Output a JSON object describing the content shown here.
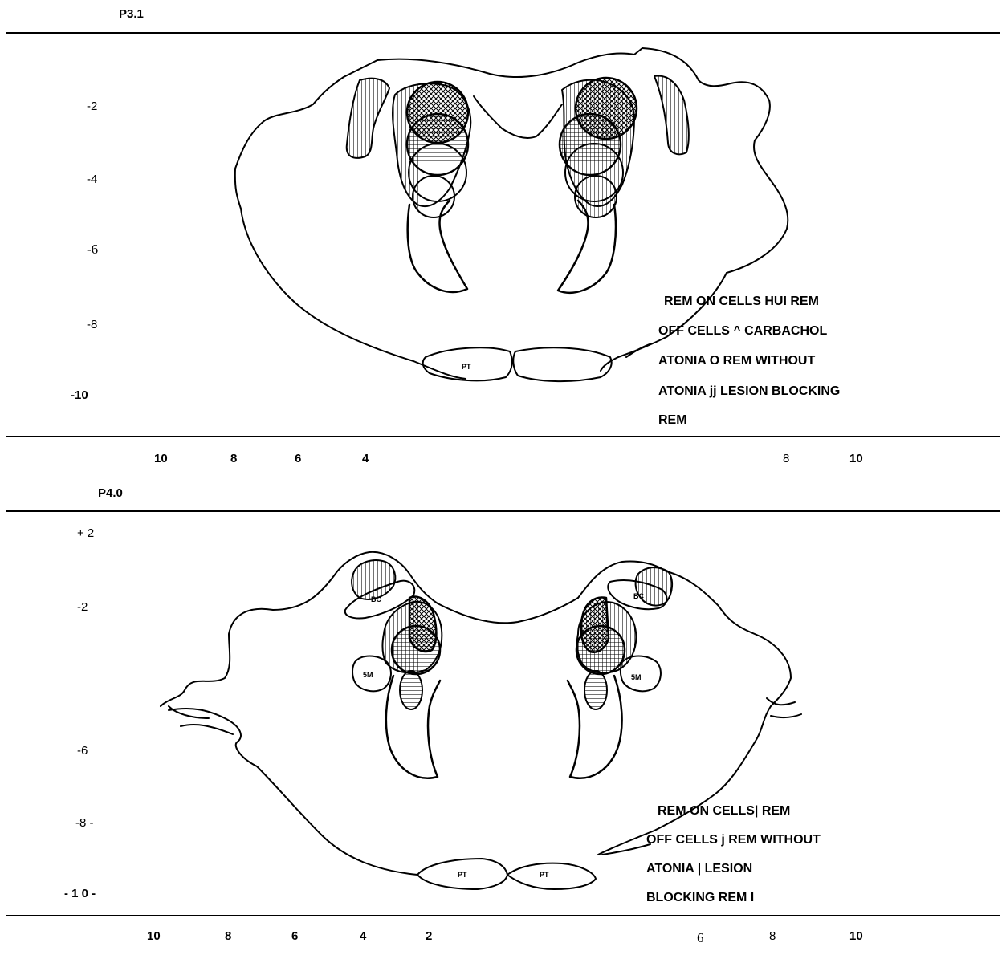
{
  "panels": [
    {
      "title": "P3.1",
      "y_axis": [
        "-2",
        "-4",
        "-6",
        "-8",
        "-10"
      ],
      "x_axis_left": [
        "10",
        "8",
        "6",
        "4"
      ],
      "x_axis_right": [
        "8",
        "10"
      ],
      "structure_labels": [
        "PT"
      ],
      "legend_lines": [
        "REM ON CELLS HUI REM",
        "OFF CELLS ^ CARBACHOL",
        "ATONIA  O REM WITHOUT",
        "ATONIA jj LESION BLOCKING",
        "REM"
      ]
    },
    {
      "title": "P4.0",
      "y_axis": [
        "+ 2",
        "-2",
        "-6",
        "-8 -",
        "- 1 0 -"
      ],
      "x_axis_left": [
        "10",
        "8",
        "6",
        "4",
        "2"
      ],
      "x_axis_right": [
        "6",
        "8",
        "10"
      ],
      "structure_labels": [
        "BC",
        "BC",
        "5M",
        "5M",
        "PT",
        "PT"
      ],
      "legend_lines": [
        "REM ON CELLS| REM",
        "OFF CELLS j REM WITHOUT",
        "ATONIA | LESION",
        "BLOCKING REM I"
      ]
    }
  ],
  "colors": {
    "ink": "#000000",
    "paper": "#ffffff"
  }
}
